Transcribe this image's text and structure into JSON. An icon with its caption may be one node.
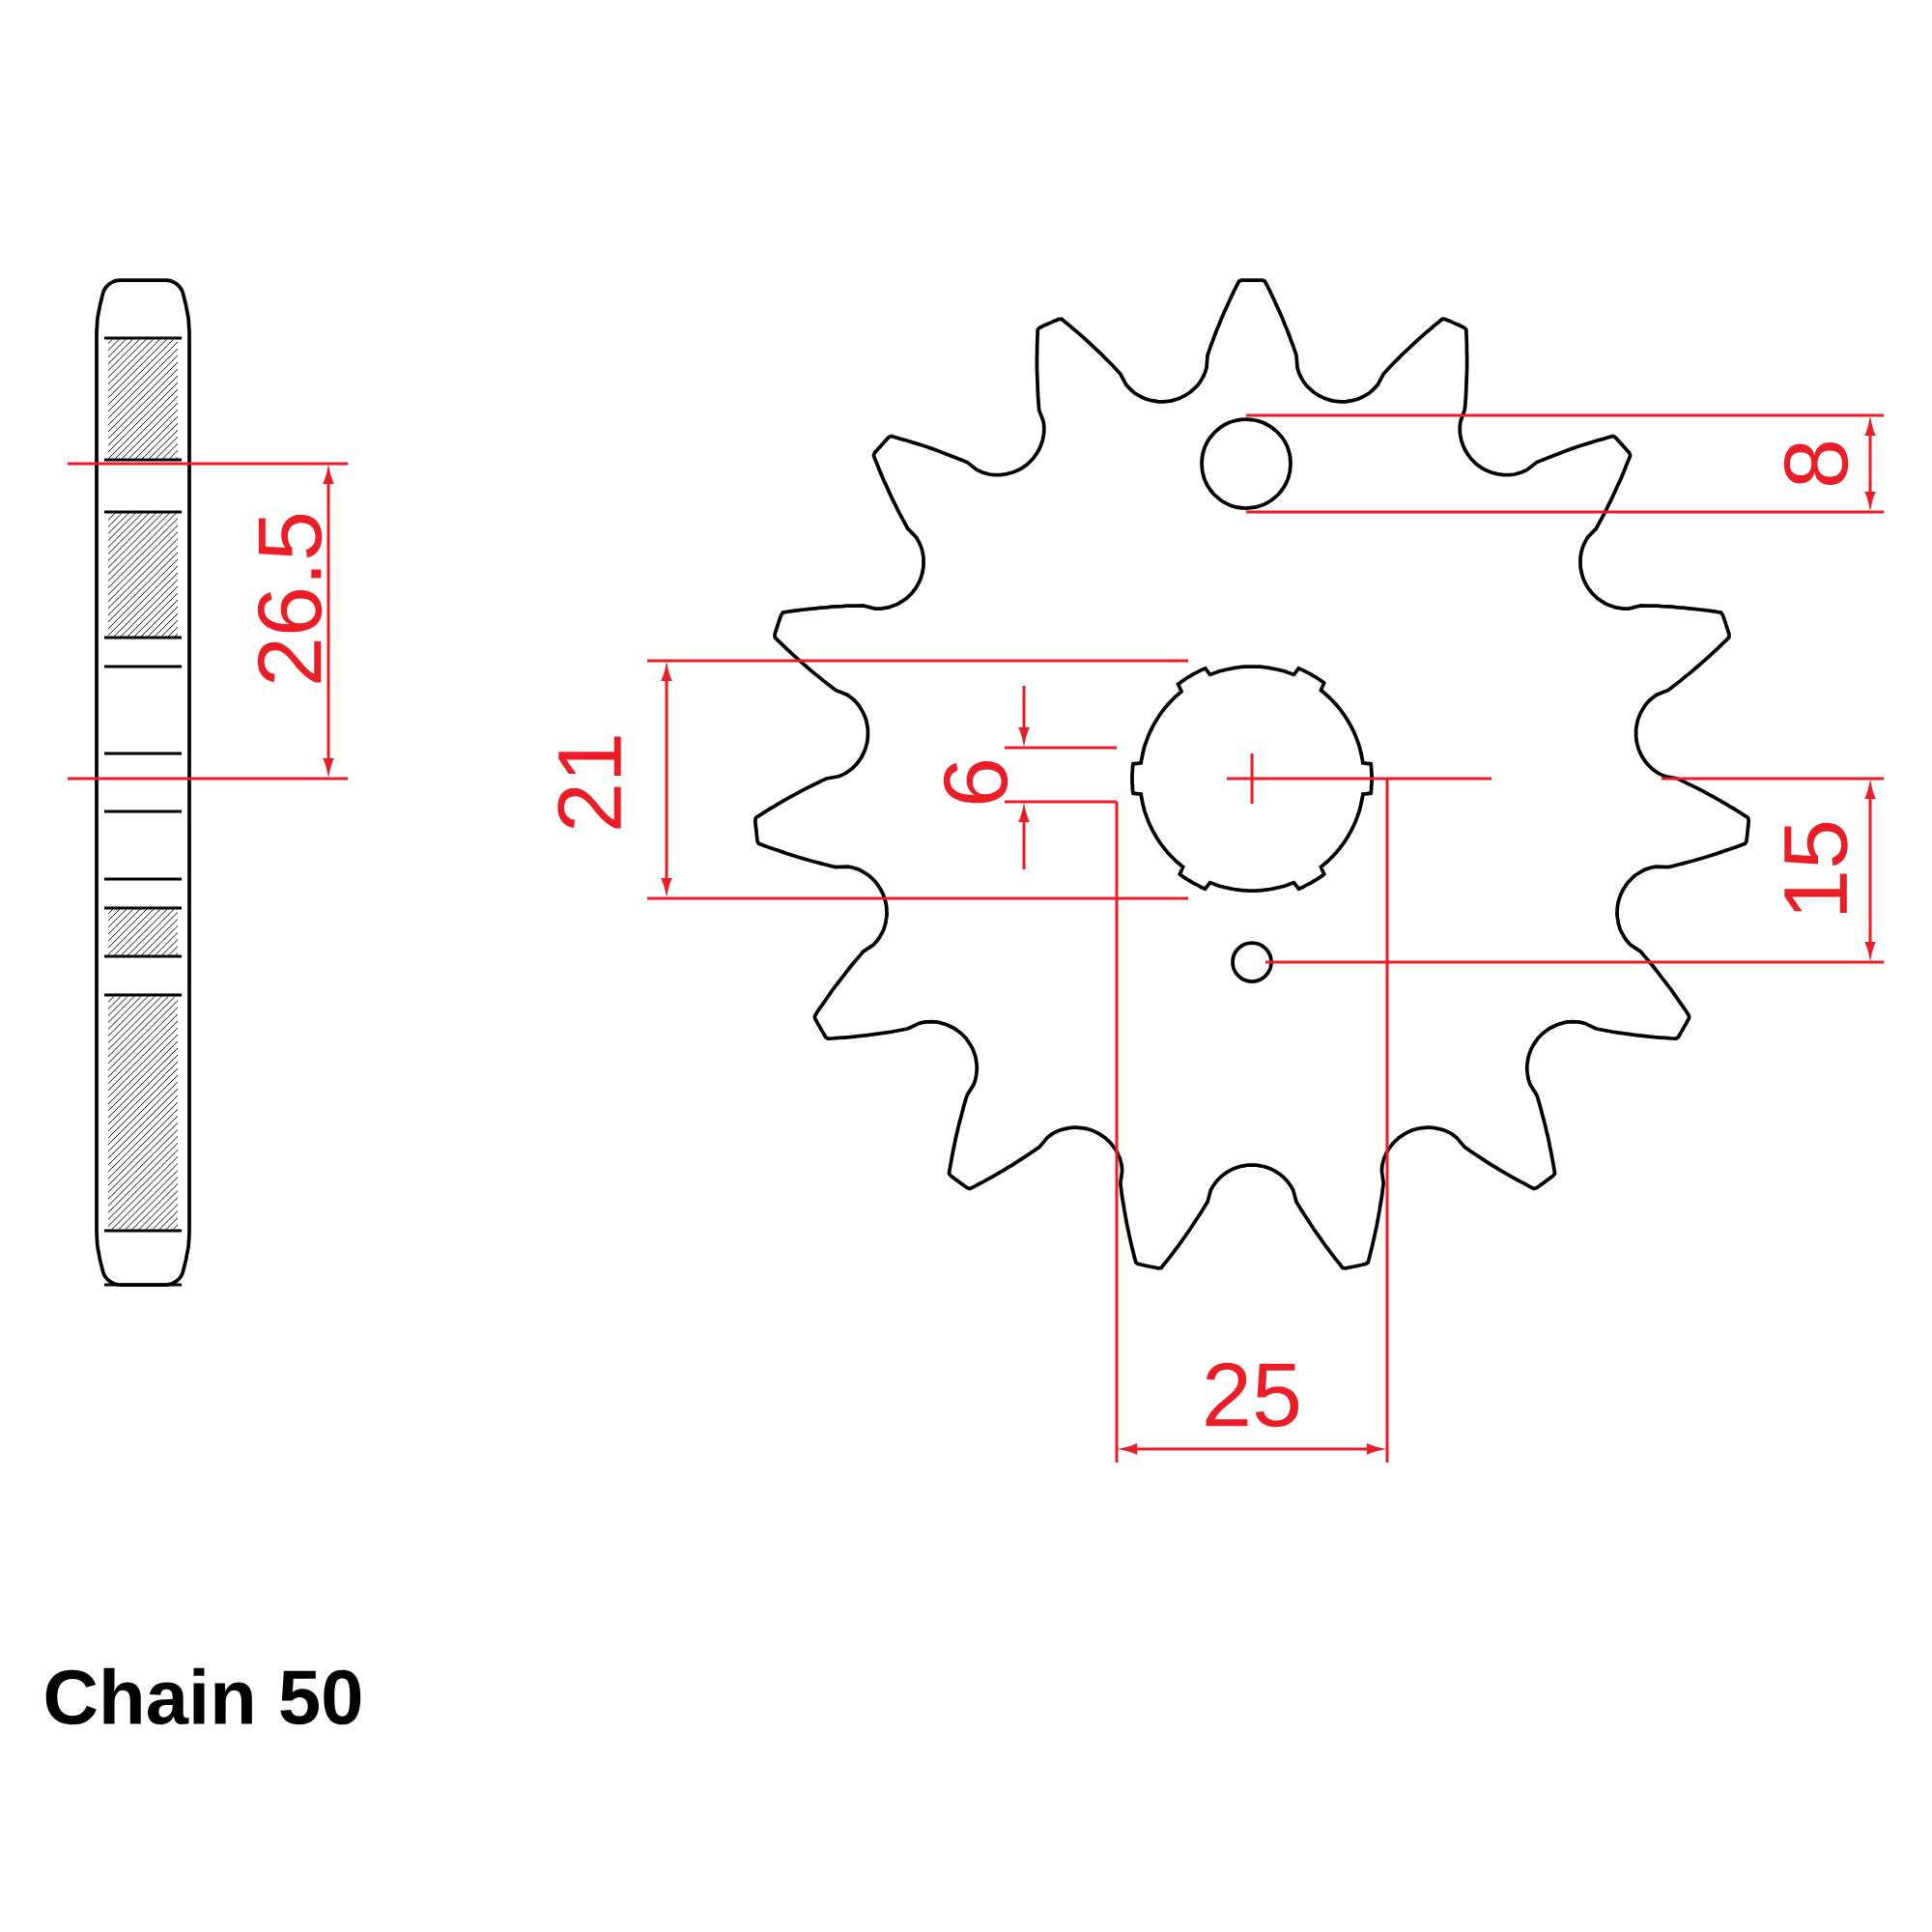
{
  "diagram": {
    "labels": [
      "26.5",
      "21",
      "6",
      "8",
      "15",
      "25",
      "Chain 50"
    ]
  }
}
